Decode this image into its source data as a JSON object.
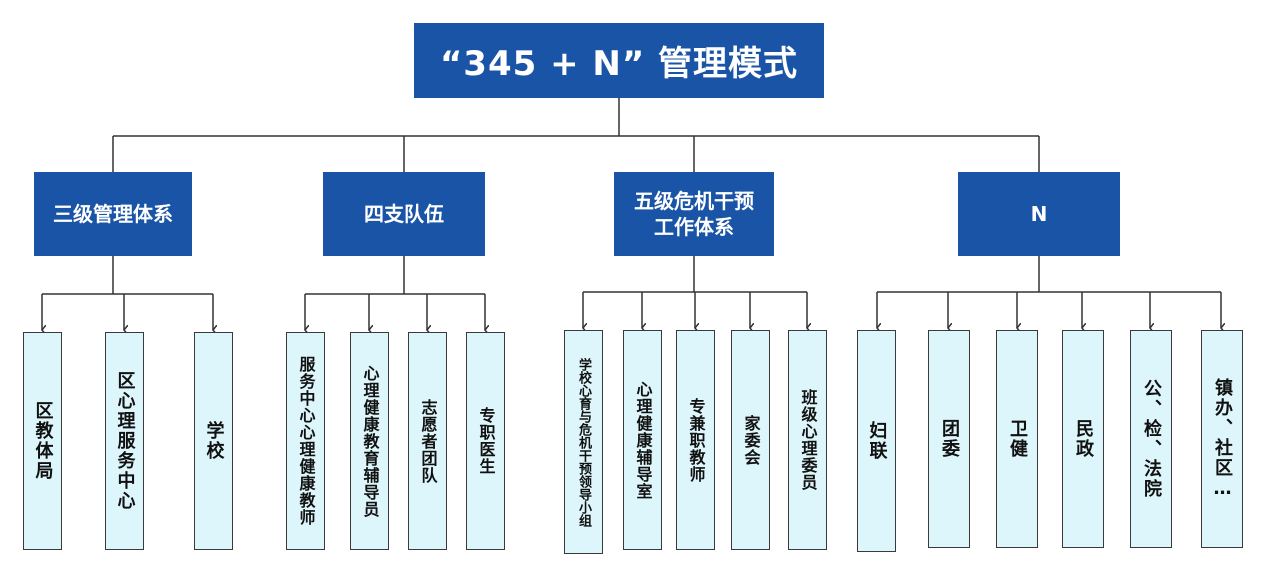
{
  "root": {
    "label": "“345 + N” 管理模式"
  },
  "branches": [
    {
      "label": "三级管理体系",
      "leaves": [
        "区教体局",
        "区心理服务中心",
        "学校"
      ]
    },
    {
      "label": "四支队伍",
      "leaves": [
        "服务中心心理健康教师",
        "心理健康教育辅导员",
        "志愿者团队",
        "专职医生"
      ]
    },
    {
      "label": "五级危机干预工作体系",
      "leaves": [
        "学校心育与危机干预领导小组",
        "心理健康辅导室",
        "专兼职教师",
        "家委会",
        "班级心理委员"
      ]
    },
    {
      "label": "N",
      "leaves": [
        "妇联",
        "团委",
        "卫健",
        "民政",
        "公、检、法院",
        "镇办、社区…"
      ]
    }
  ]
}
